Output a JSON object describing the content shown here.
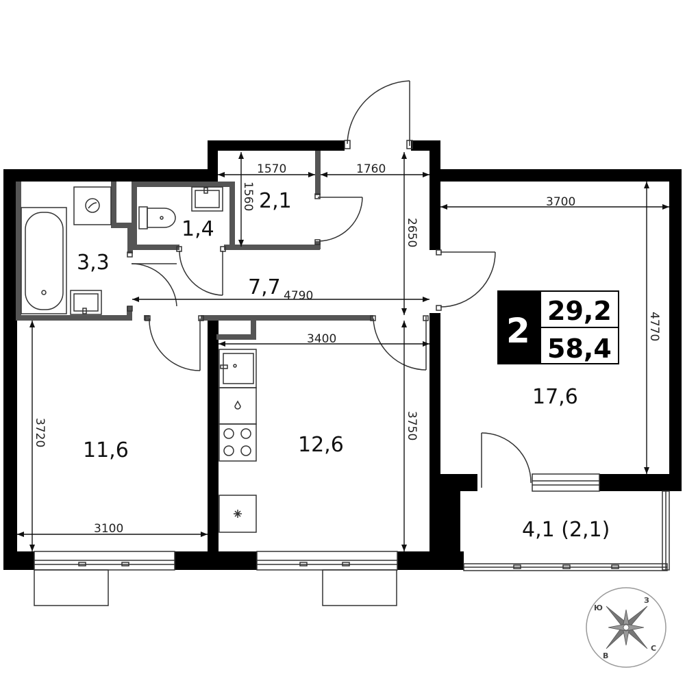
{
  "rooms": {
    "corridor": "7,7",
    "storage": "2,1",
    "wc": "1,4",
    "bathroom": "3,3",
    "bedroom": "11,6",
    "kitchen": "12,6",
    "living": "17,6",
    "balcony": "4,1 (2,1)"
  },
  "dimensions": {
    "d1570": "1570",
    "d1760": "1760",
    "d1560": "1560",
    "d2650": "2650",
    "d3700": "3700",
    "d4770": "4770",
    "d4790": "4790",
    "d3400": "3400",
    "d3750": "3750",
    "d3720": "3720",
    "d3100": "3100"
  },
  "badge": {
    "rooms": "2",
    "living_area": "29,2",
    "total_area": "58,4"
  },
  "compass": {
    "north": "Ю",
    "east": "З",
    "south": "С",
    "west": "В"
  },
  "colors": {
    "wall": "#000000",
    "partition": "#555555",
    "badge": "#000000"
  }
}
